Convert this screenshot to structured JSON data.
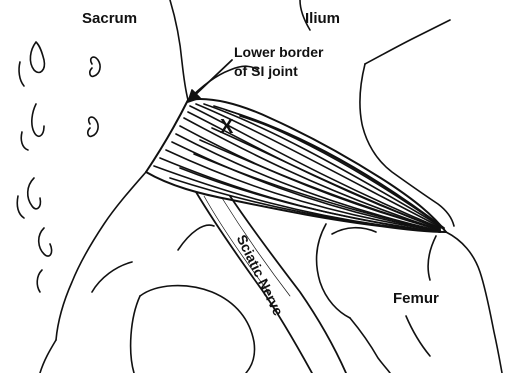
{
  "labels": {
    "sacrum": "Sacrum",
    "ilium": "Ilium",
    "lower_border_line1": "Lower border",
    "lower_border_line2": "of SI joint",
    "femur": "Femur",
    "sciatic_nerve": "Sciatic Nerve",
    "marker": "X"
  },
  "colors": {
    "ink": "#111111",
    "background": "#ffffff"
  }
}
